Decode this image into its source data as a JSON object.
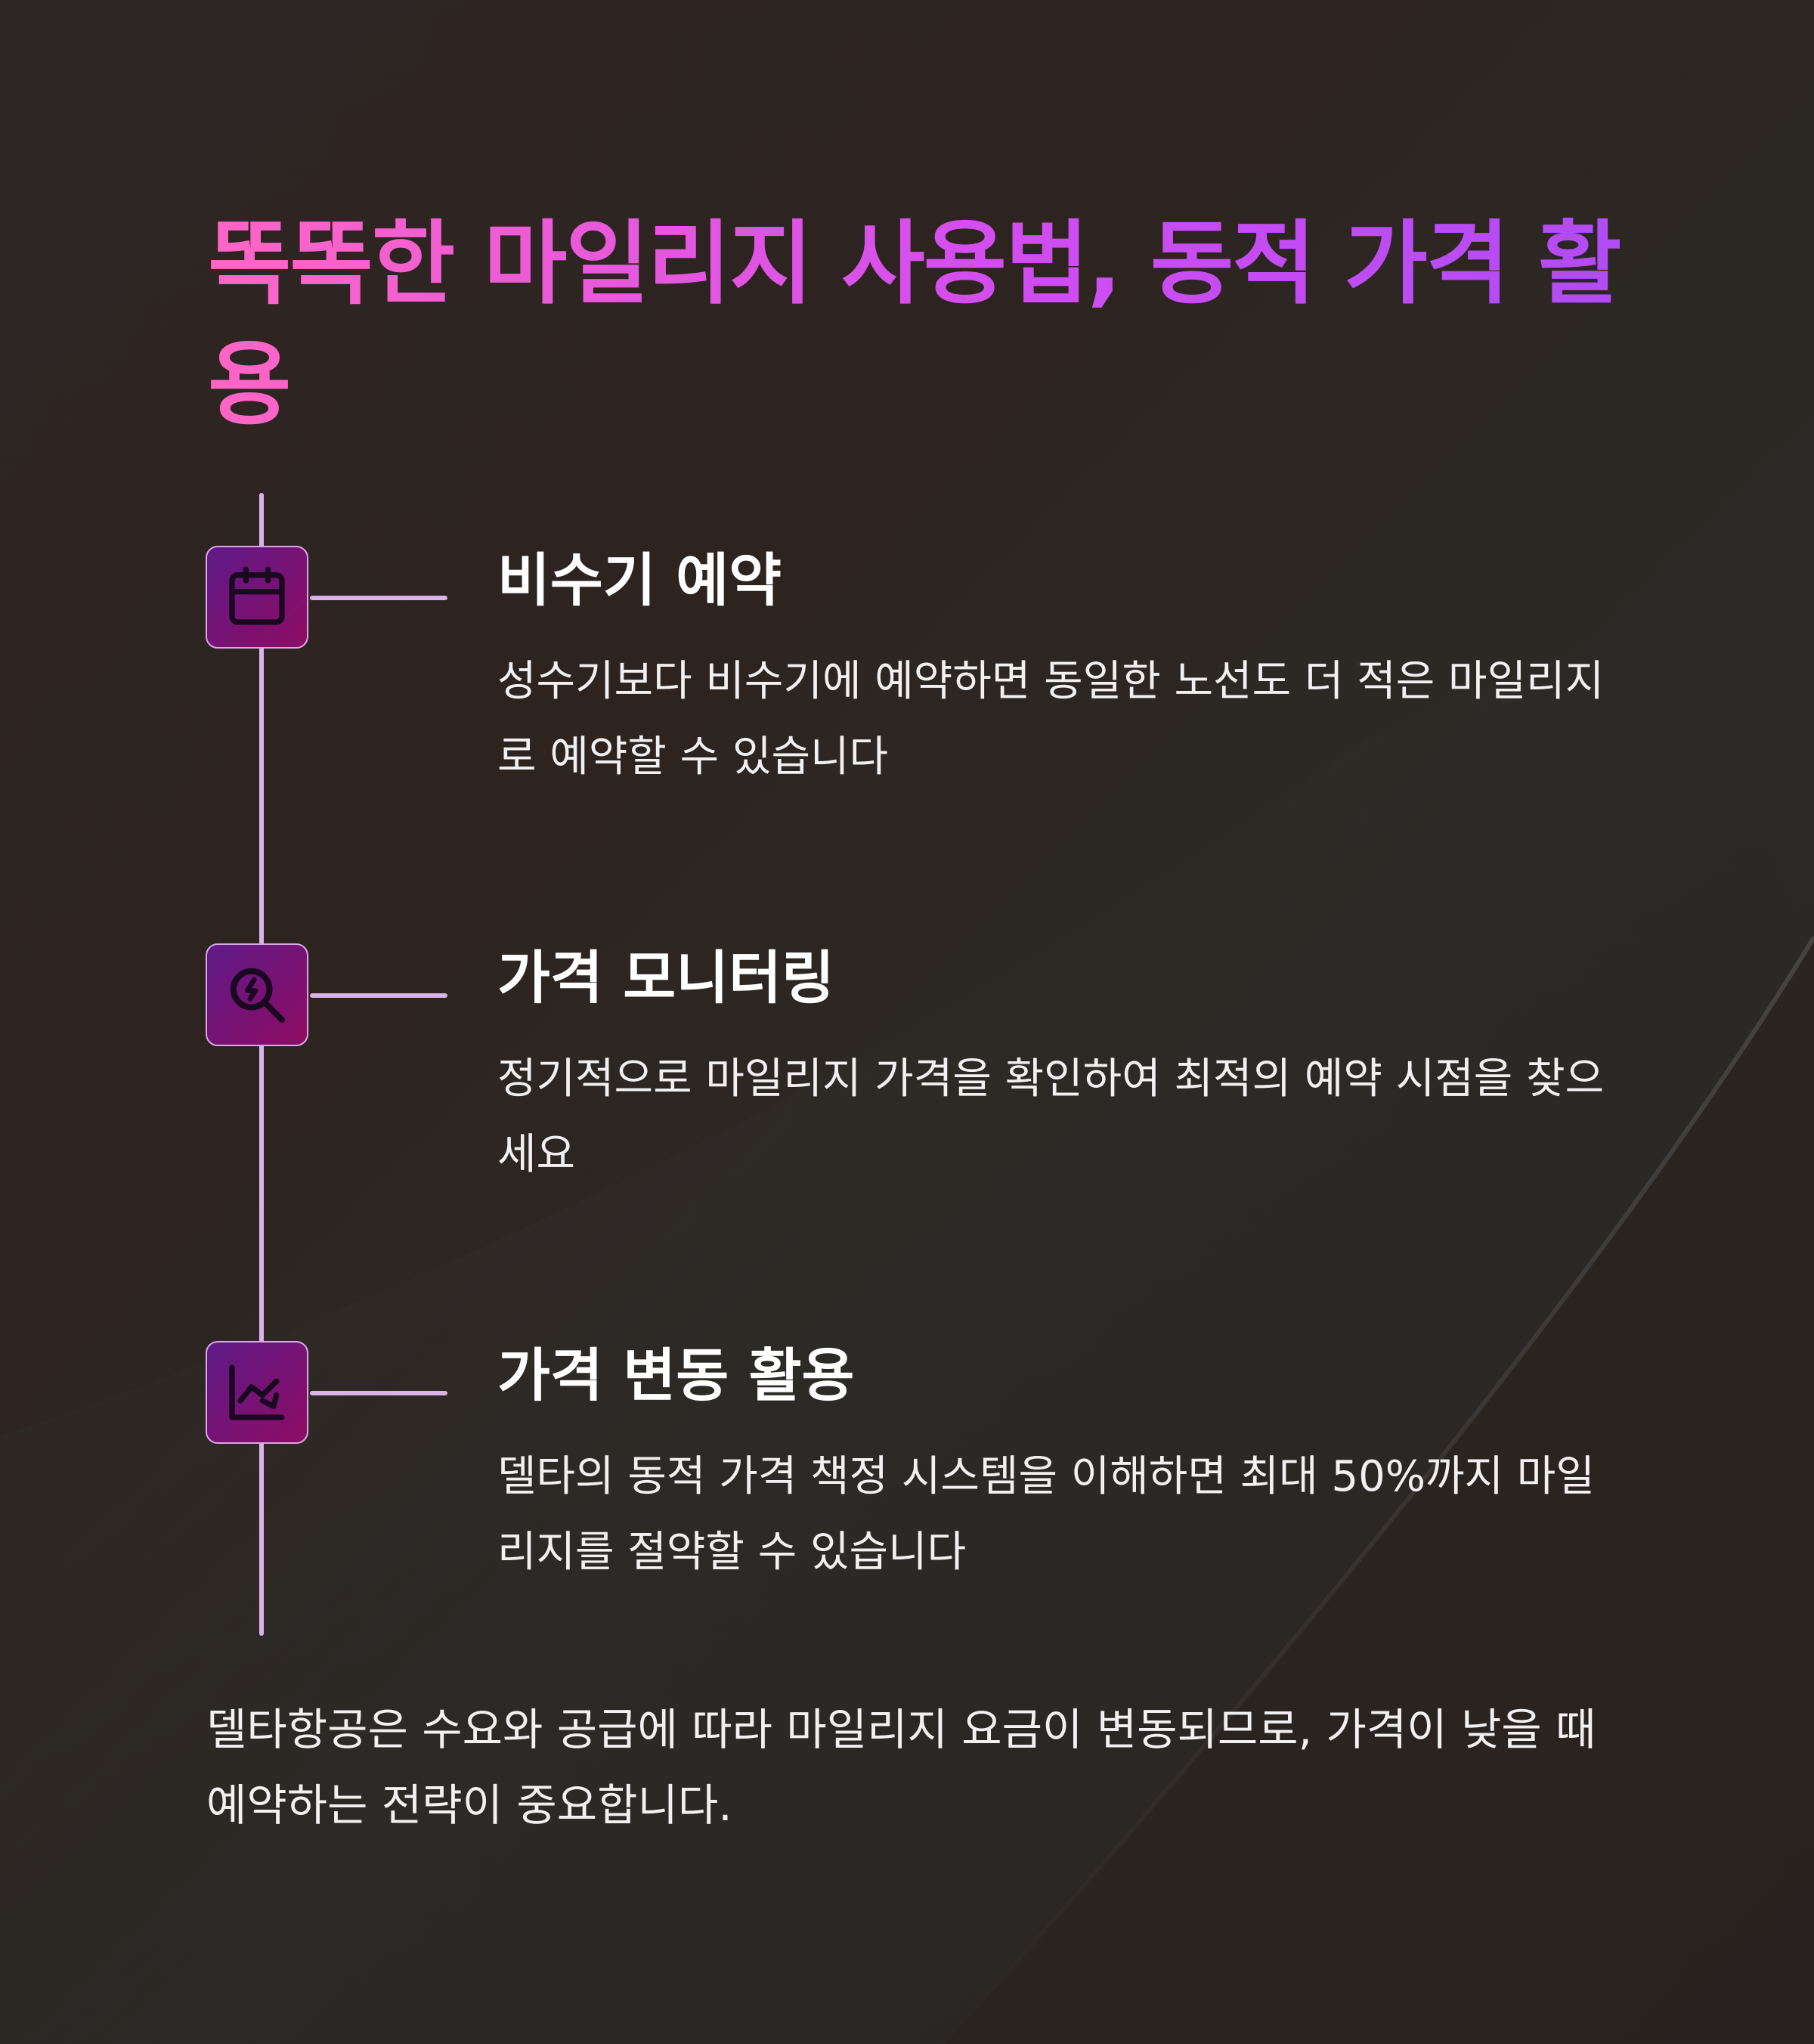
{
  "title": "똑똑한 마일리지 사용법, 동적 가격 활용",
  "steps": [
    {
      "icon": "calendar-icon",
      "title": "비수기 예약",
      "description": "성수기보다 비수기에 예약하면 동일한 노선도 더 적은 마일리지로 예약할 수 있습니다"
    },
    {
      "icon": "price-monitor-magnifier-icon",
      "title": "가격 모니터링",
      "description": "정기적으로 마일리지 가격을 확인하여 최적의 예약 시점을 찾으세요"
    },
    {
      "icon": "trend-down-chart-icon",
      "title": "가격 변동 활용",
      "description": "델타의 동적 가격 책정 시스템을 이해하면 최대 50%까지 마일리지를 절약할 수 있습니다"
    }
  ],
  "footer": "델타항공은 수요와 공급에 따라 마일리지 요금이 변동되므로, 가격이 낮을 때 예약하는 전략이 중요합니다.",
  "colors": {
    "title_gradient_start": "#ff66c4",
    "title_gradient_end": "#b04cf5",
    "icon_box_gradient_start": "#5e1a88",
    "icon_box_gradient_end": "#8e0c63",
    "timeline": "#d9b3e8",
    "background": "#2d2623"
  }
}
